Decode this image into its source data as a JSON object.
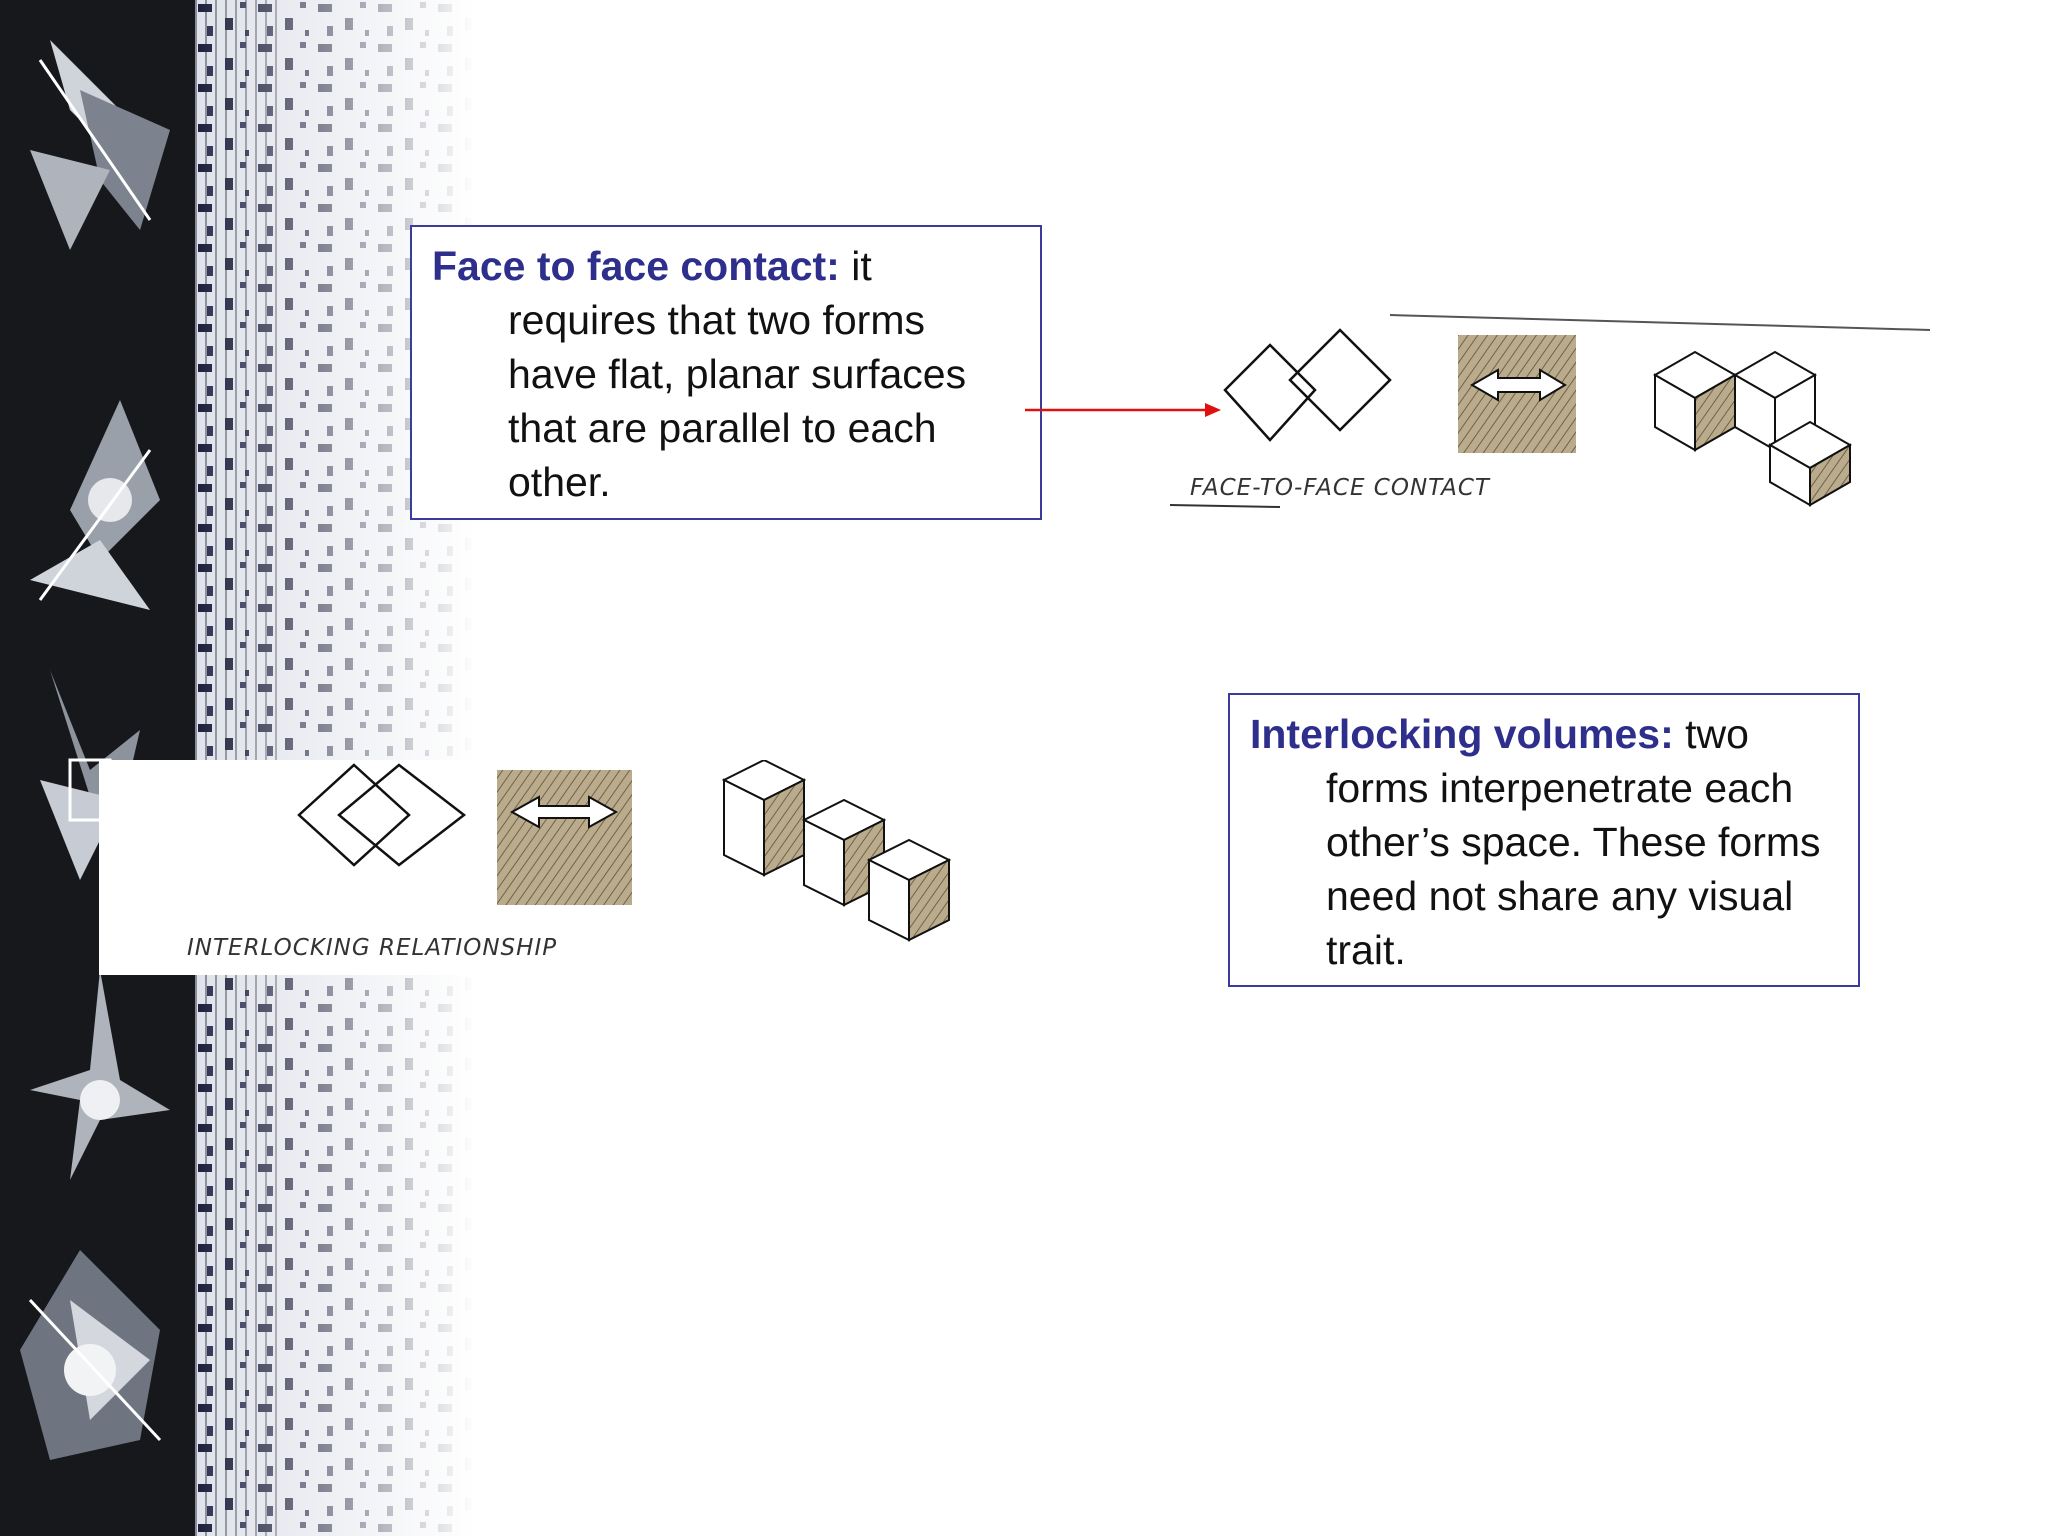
{
  "face_to_face": {
    "term": "Face to face contact:",
    "lead": " it",
    "body": "requires that two forms have flat, planar surfaces that are parallel to each other."
  },
  "interlocking": {
    "term": "Interlocking volumes:",
    "lead": " two",
    "body": "forms interpenetrate each other’s space. These forms need not share any visual trait."
  },
  "sketches": {
    "face_label": "FACE-TO-FACE CONTACT",
    "interlock_label": "INTERLOCKING RELATIONSHIP"
  },
  "colors": {
    "term": "#2e2e8c",
    "box_border": "#3b3b9a",
    "connector_arrow": "#e01010",
    "strip": "#17181c"
  }
}
